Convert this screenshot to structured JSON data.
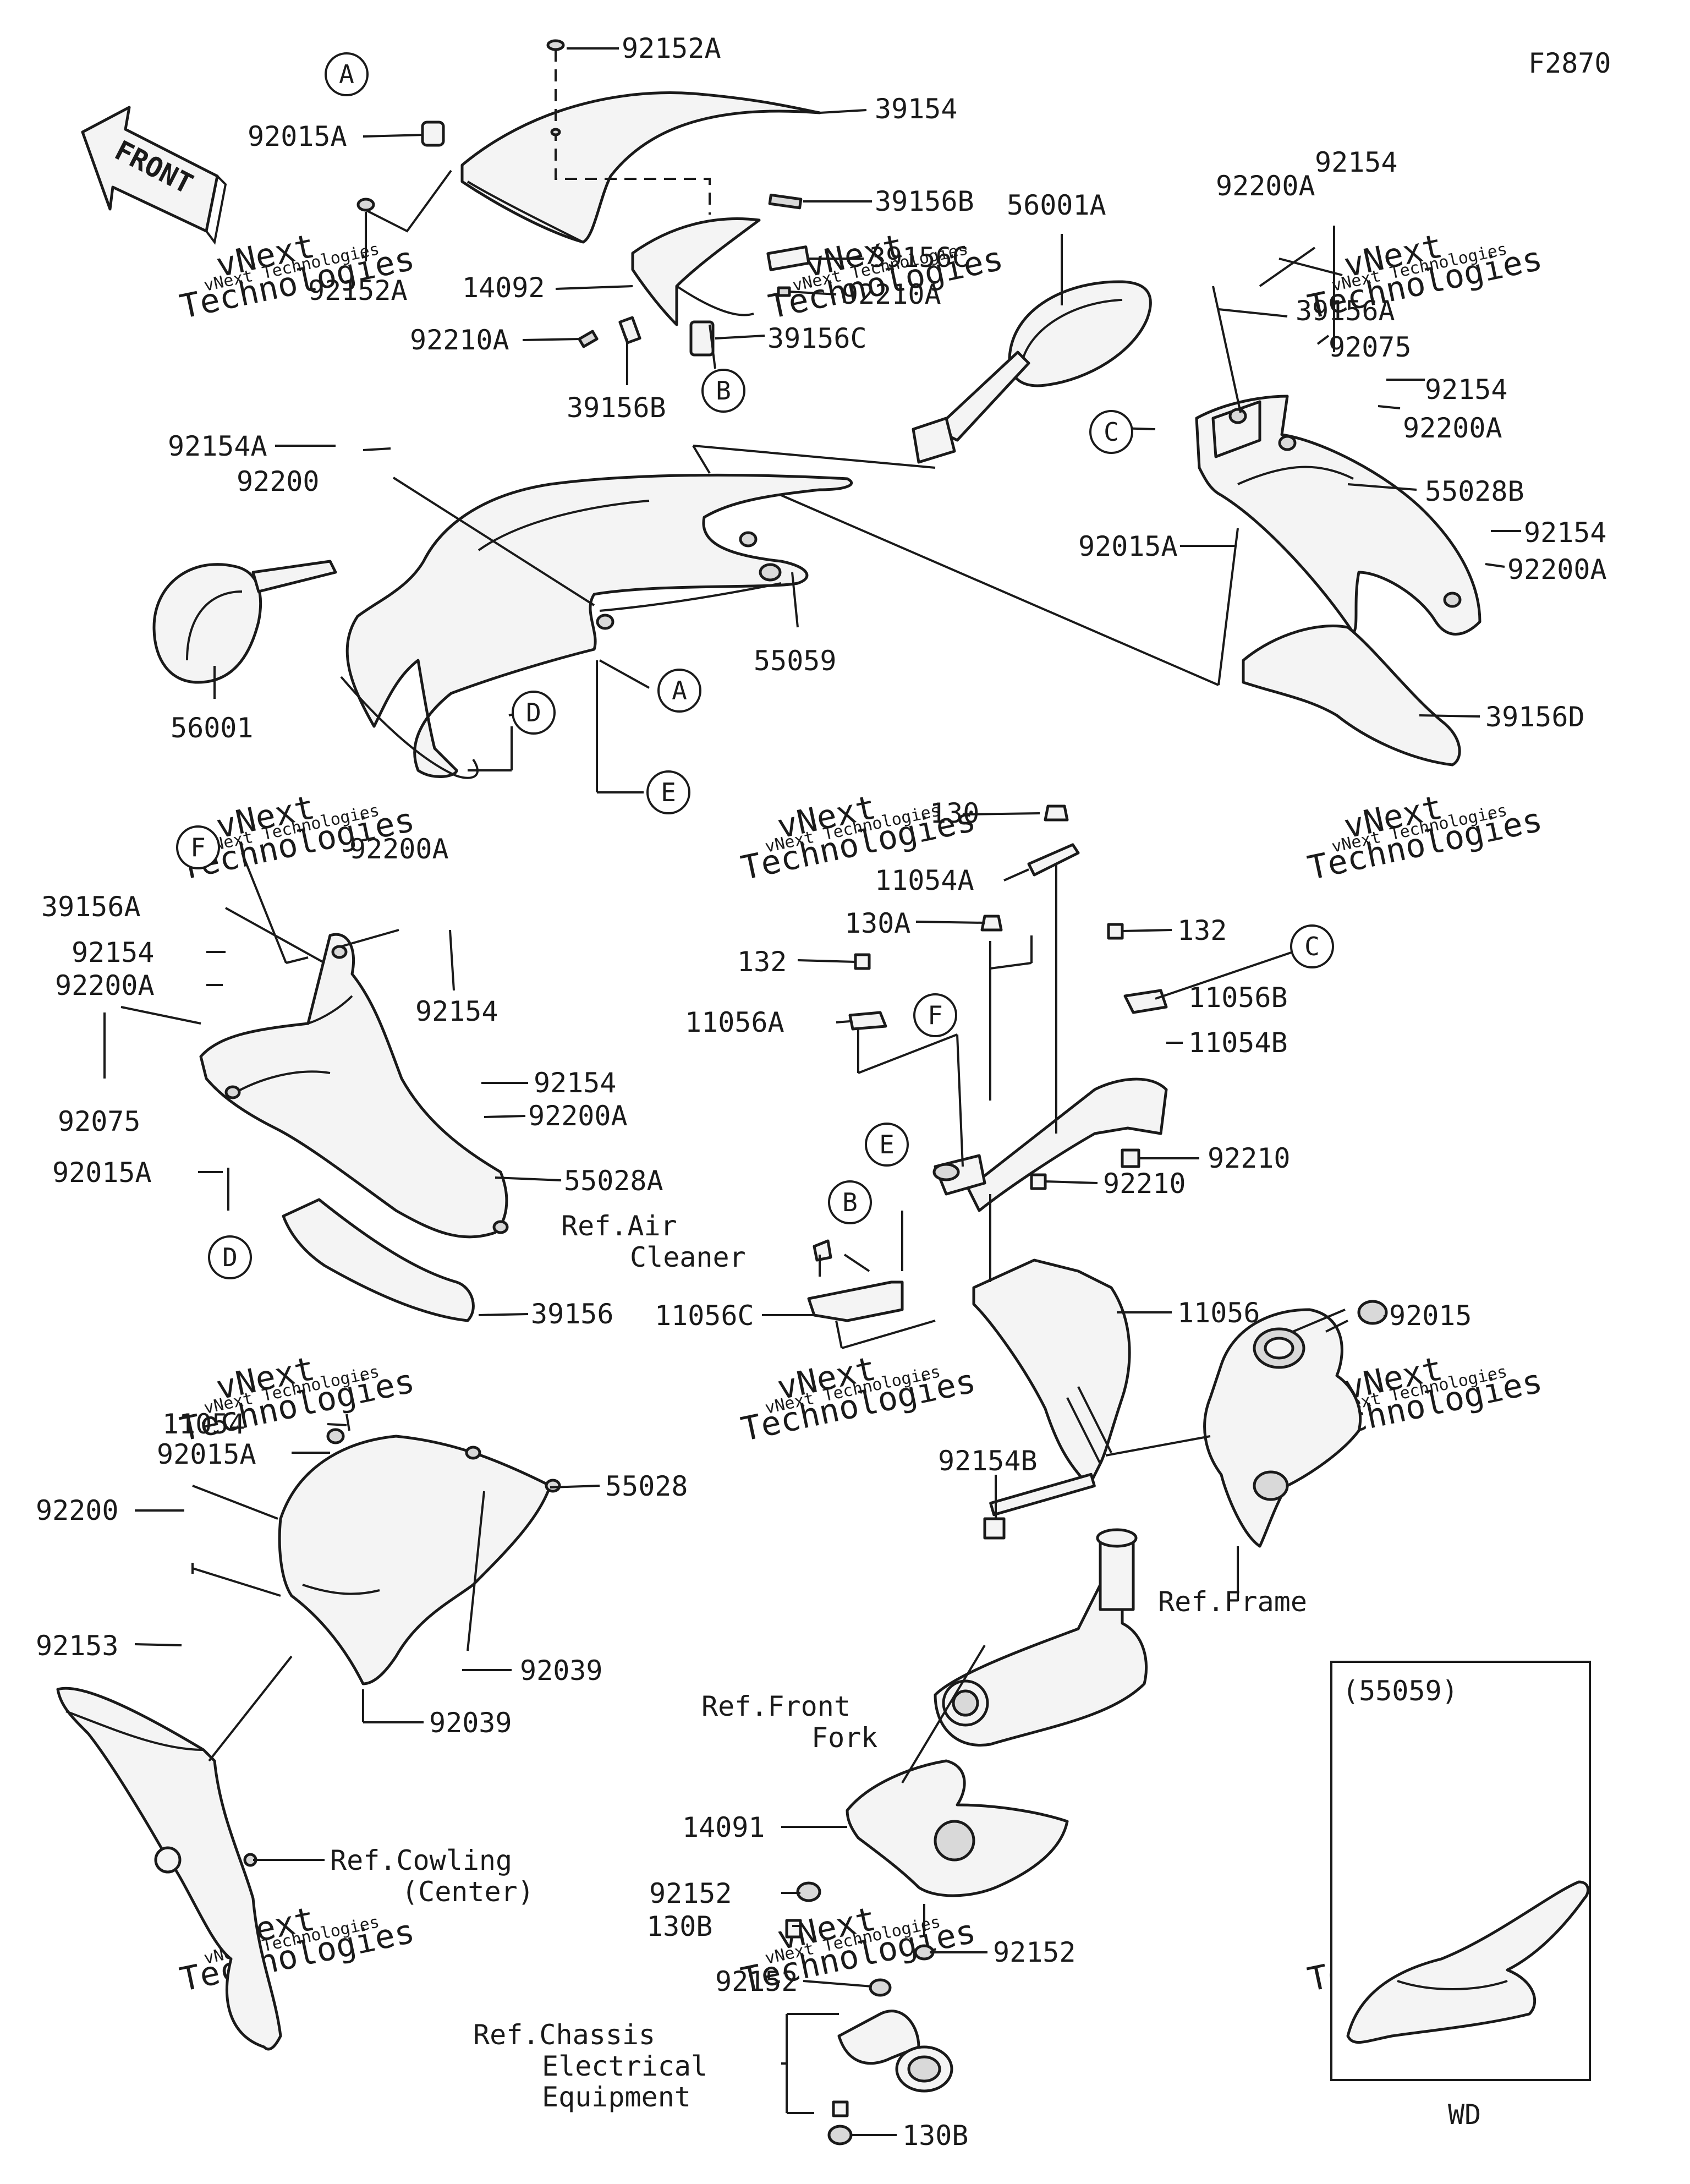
{
  "figure_id": "F2870",
  "front_arrow_label": "FRONT",
  "inset": {
    "title": "(55059)",
    "caption": "WD"
  },
  "watermark": {
    "brand": "vNext",
    "sub": "Technologies",
    "small": "vNext Technologies"
  },
  "part_labels": [
    {
      "id": "p1",
      "text": "92152A"
    },
    {
      "id": "p2",
      "text": "39154"
    },
    {
      "id": "p3",
      "text": "92015A"
    },
    {
      "id": "p4",
      "text": "92152A"
    },
    {
      "id": "p5",
      "text": "39156B"
    },
    {
      "id": "p6",
      "text": "39156C"
    },
    {
      "id": "p7",
      "text": "92210A"
    },
    {
      "id": "p8",
      "text": "14092"
    },
    {
      "id": "p9",
      "text": "92210A"
    },
    {
      "id": "p10",
      "text": "39156C"
    },
    {
      "id": "p11",
      "text": "39156B"
    },
    {
      "id": "p12",
      "text": "56001A"
    },
    {
      "id": "p13",
      "text": "92154"
    },
    {
      "id": "p14",
      "text": "92200A"
    },
    {
      "id": "p15",
      "text": "39156A"
    },
    {
      "id": "p16",
      "text": "92075"
    },
    {
      "id": "p17",
      "text": "92154"
    },
    {
      "id": "p18",
      "text": "92200A"
    },
    {
      "id": "p19",
      "text": "55028B"
    },
    {
      "id": "p20",
      "text": "92015A"
    },
    {
      "id": "p21",
      "text": "92154"
    },
    {
      "id": "p22",
      "text": "92200A"
    },
    {
      "id": "p23",
      "text": "39156D"
    },
    {
      "id": "p24",
      "text": "92154A"
    },
    {
      "id": "p25",
      "text": "92200"
    },
    {
      "id": "p26",
      "text": "55059"
    },
    {
      "id": "p27",
      "text": "56001"
    },
    {
      "id": "p28",
      "text": "92200A"
    },
    {
      "id": "p29",
      "text": "39156A"
    },
    {
      "id": "p30",
      "text": "92154"
    },
    {
      "id": "p31",
      "text": "92200A"
    },
    {
      "id": "p32",
      "text": "92154"
    },
    {
      "id": "p33",
      "text": "92075"
    },
    {
      "id": "p34",
      "text": "92154"
    },
    {
      "id": "p35",
      "text": "92200A"
    },
    {
      "id": "p36",
      "text": "92015A"
    },
    {
      "id": "p37",
      "text": "55028A"
    },
    {
      "id": "p38",
      "text": "39156"
    },
    {
      "id": "p39",
      "text": "130"
    },
    {
      "id": "p40",
      "text": "11054A"
    },
    {
      "id": "p41",
      "text": "130A"
    },
    {
      "id": "p42",
      "text": "132"
    },
    {
      "id": "p43",
      "text": "132"
    },
    {
      "id": "p44",
      "text": "11056B"
    },
    {
      "id": "p45",
      "text": "11056A"
    },
    {
      "id": "p46",
      "text": "11054B"
    },
    {
      "id": "p47",
      "text": "92210"
    },
    {
      "id": "p48",
      "text": "92210"
    },
    {
      "id": "p49",
      "text": "11056C"
    },
    {
      "id": "p50",
      "text": "11056"
    },
    {
      "id": "p51",
      "text": "92015"
    },
    {
      "id": "p52",
      "text": "92154B"
    },
    {
      "id": "p53",
      "text": "11054"
    },
    {
      "id": "p54",
      "text": "92015A"
    },
    {
      "id": "p55",
      "text": "92200"
    },
    {
      "id": "p56",
      "text": "55028"
    },
    {
      "id": "p57",
      "text": "92153"
    },
    {
      "id": "p58",
      "text": "92039"
    },
    {
      "id": "p59",
      "text": "92039"
    },
    {
      "id": "p60",
      "text": "14091"
    },
    {
      "id": "p61",
      "text": "92152"
    },
    {
      "id": "p62",
      "text": "130B"
    },
    {
      "id": "p63",
      "text": "92152"
    },
    {
      "id": "p64",
      "text": "92152"
    },
    {
      "id": "p65",
      "text": "130B"
    }
  ],
  "ref_labels": [
    {
      "id": "r1",
      "lines": [
        "Ref.Air",
        "Cleaner"
      ]
    },
    {
      "id": "r2",
      "lines": [
        "Ref.Frame"
      ]
    },
    {
      "id": "r3",
      "lines": [
        "Ref.Front",
        "Fork"
      ]
    },
    {
      "id": "r4",
      "lines": [
        "Ref.Cowling",
        "(Center)"
      ]
    },
    {
      "id": "r5",
      "lines": [
        "Ref.Chassis",
        "Electrical",
        "Equipment"
      ]
    }
  ],
  "circle_refs": [
    {
      "id": "c1",
      "text": "A"
    },
    {
      "id": "c2",
      "text": "B"
    },
    {
      "id": "c3",
      "text": "C"
    },
    {
      "id": "c4",
      "text": "A"
    },
    {
      "id": "c5",
      "text": "D"
    },
    {
      "id": "c6",
      "text": "E"
    },
    {
      "id": "c7",
      "text": "F"
    },
    {
      "id": "c8",
      "text": "D"
    },
    {
      "id": "c9",
      "text": "C"
    },
    {
      "id": "c10",
      "text": "F"
    },
    {
      "id": "c11",
      "text": "E"
    },
    {
      "id": "c12",
      "text": "B"
    }
  ]
}
